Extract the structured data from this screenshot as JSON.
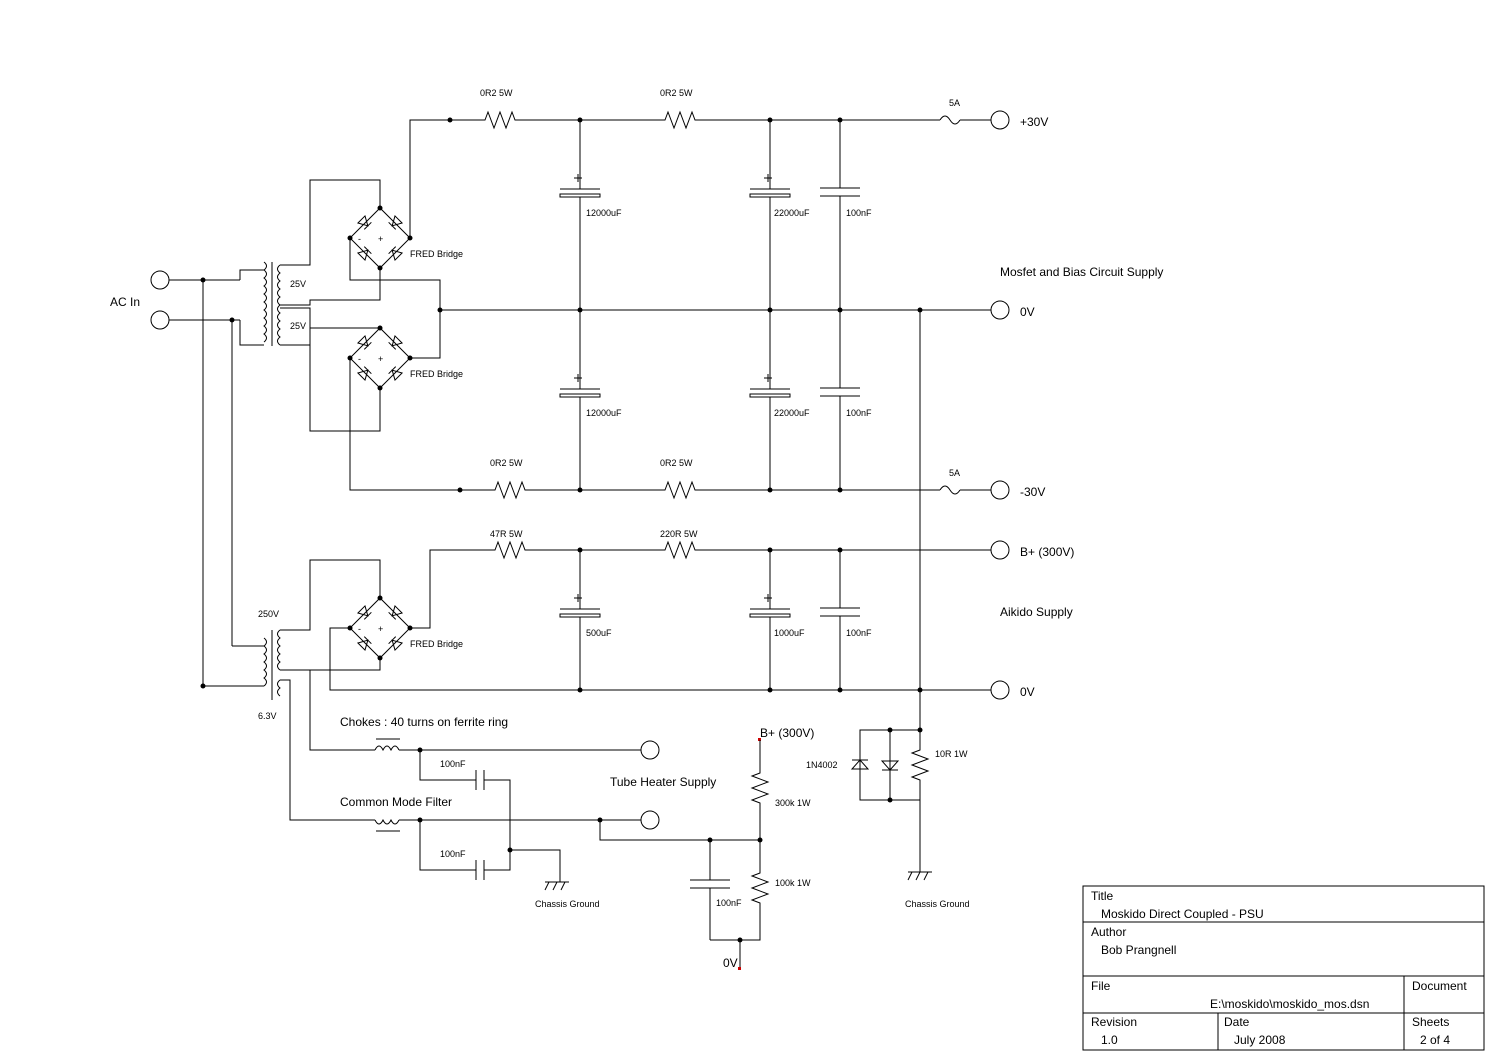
{
  "labels": {
    "ac_in": "AC In",
    "sec_25v_a": "25V",
    "sec_25v_b": "25V",
    "sec_250v": "250V",
    "sec_6v3": "6.3V",
    "bridge_1": "FRED Bridge",
    "bridge_2": "FRED Bridge",
    "bridge_3": "FRED Bridge",
    "r1": "0R2  5W",
    "r2": "0R2  5W",
    "r3": "0R2  5W",
    "r4": "0R2  5W",
    "r5": "47R  5W",
    "r6": "220R  5W",
    "c1": "12000uF",
    "c2": "22000uF",
    "c3": "100nF",
    "c4": "12000uF",
    "c5": "22000uF",
    "c6": "100nF",
    "c7": "500uF",
    "c8": "1000uF",
    "c9": "100nF",
    "fuse_pos": "5A",
    "fuse_neg": "5A",
    "out_pos30": "+30V",
    "out_0v_a": "0V",
    "out_neg30": "-30V",
    "out_bplus": "B+ (300V)",
    "out_0v_b": "0V",
    "mosfet_supply": "Mosfet and Bias Circuit Supply",
    "aikido_supply": "Aikido Supply",
    "chokes_note": "Chokes : 40 turns on ferrite ring",
    "cm_filter": "Common Mode Filter",
    "heater_supply": "Tube Heater Supply",
    "cap_hf1": "100nF",
    "cap_hf2": "100nF",
    "cap_hf3": "100nF",
    "bplus_ref": "B+ (300V)",
    "r_300k": "300k 1W",
    "r_100k": "100k 1W",
    "zero_v_ref": "0V",
    "diode_label": "1N4002",
    "r_10r": "10R  1W",
    "chassis_gnd_1": "Chassis Ground",
    "chassis_gnd_2": "Chassis Ground",
    "plus_sign": "+",
    "minus_sign": "-"
  },
  "title_block": {
    "title_label": "Title",
    "title_value": "Moskido Direct Coupled - PSU",
    "author_label": "Author",
    "author_value": "Bob Prangnell",
    "file_label": "File",
    "file_value": "E:\\moskido\\moskido_mos.dsn",
    "document_label": "Document",
    "revision_label": "Revision",
    "revision_value": "1.0",
    "date_label": "Date",
    "date_value": "July 2008",
    "sheets_label": "Sheets",
    "sheets_value": "2 of 4"
  }
}
